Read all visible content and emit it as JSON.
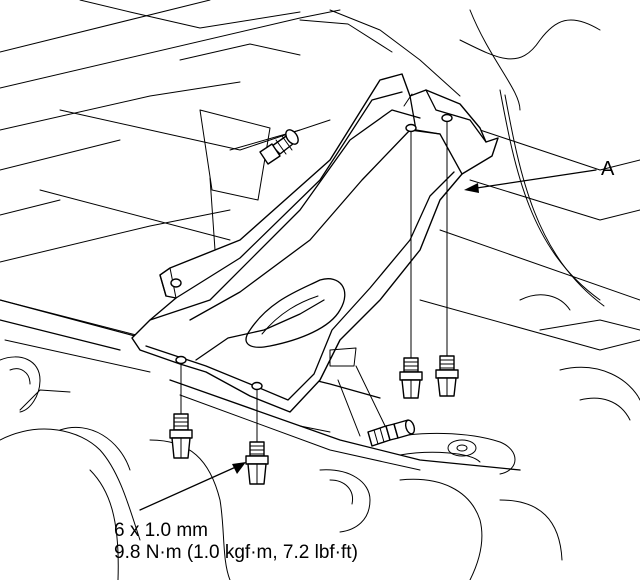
{
  "callouts": {
    "part_a": "A"
  },
  "spec": {
    "size": "6 x 1.0 mm",
    "torque": "9.8 N·m (1.0 kgf·m, 7.2 lbf·ft)"
  }
}
